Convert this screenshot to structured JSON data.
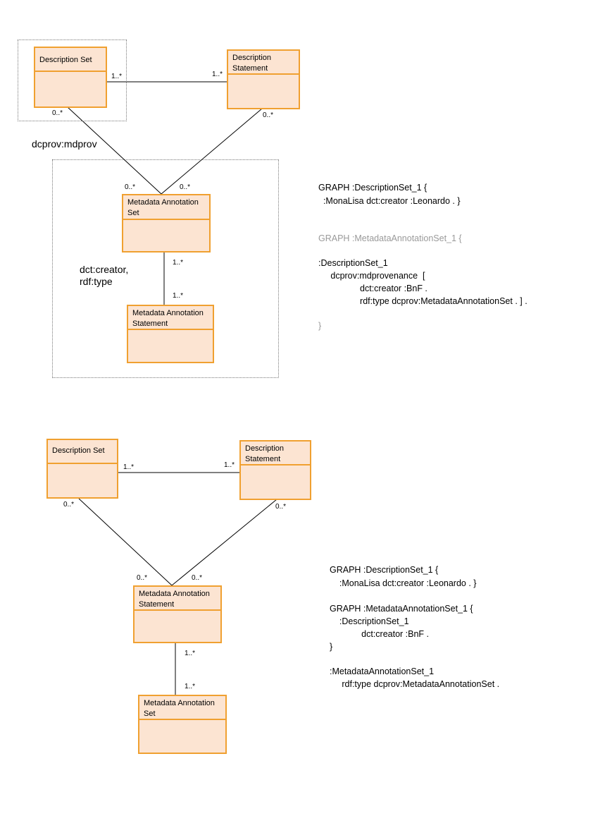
{
  "diagram1": {
    "description_set": "Description Set",
    "description_statement_line1": "Description",
    "description_statement_line2": "Statement",
    "mas_line1": "Metadata Annotation",
    "mas_line2": "Set",
    "mast_line1": "Metadata Annotation",
    "mast_line2": "Statement",
    "mult_ds_ds": "1..*",
    "mult_ds_dst": "1..*",
    "mult_ds_bottom": "0..*",
    "mult_dst_bottom": "0..*",
    "mult_mas_left": "0..*",
    "mult_mas_right": "0..*",
    "mult_mas_bottom": "1..*",
    "mult_mast_top": "1..*",
    "label_mdprov": "dcprov:mdprov",
    "label_creator": "dct:creator,",
    "label_type": "rdf:type",
    "code": {
      "l1": "GRAPH :DescriptionSet_1 {",
      "l2": "  :MonaLisa dct:creator :Leonardo . }",
      "l3": "GRAPH :MetadataAnnotationSet_1 {",
      "l4": ":DescriptionSet_1",
      "l5": "     dcprov:mdprovenance  [",
      "l6": "                 dct:creator :BnF .",
      "l7": "                 rdf:type dcprov:MetadataAnnotationSet . ] .",
      "l8": "}"
    }
  },
  "diagram2": {
    "description_set": "Description Set",
    "description_statement_line1": "Description",
    "description_statement_line2": "Statement",
    "mast_line1": "Metadata Annotation",
    "mast_line2": "Statement",
    "mas_line1": "Metadata Annotation",
    "mas_line2": "Set",
    "mult_ds_ds": "1..*",
    "mult_ds_dst": "1..*",
    "mult_ds_bottom": "0..*",
    "mult_dst_bottom": "0..*",
    "mult_mast_left": "0..*",
    "mult_mast_right": "0..*",
    "mult_mast_bottom": "1..*",
    "mult_mas_top": "1..*",
    "code": {
      "l1": "GRAPH :DescriptionSet_1 {",
      "l2": "    :MonaLisa dct:creator :Leonardo . }",
      "l3": "GRAPH :MetadataAnnotationSet_1 {",
      "l4": "    :DescriptionSet_1",
      "l5": "             dct:creator :BnF .",
      "l6": "}",
      "l7": ":MetadataAnnotationSet_1",
      "l8": "     rdf:type dcprov:MetadataAnnotationSet ."
    }
  },
  "colors": {
    "border": "#f0a030",
    "fill": "#fce4d2",
    "line": "#000000",
    "grey_text": "#9a9a9a"
  }
}
